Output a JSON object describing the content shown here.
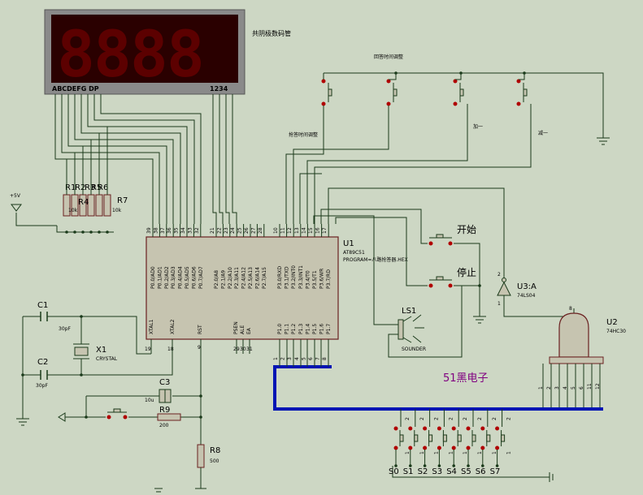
{
  "display": {
    "label": "共阴极数码管",
    "digits": "8888",
    "segments_label": "ABCDEFG DP",
    "common_label": "1234"
  },
  "mcu": {
    "ref": "U1",
    "part": "AT89C51",
    "program": "PROGRAM=八路抢答器.HEX",
    "p0_pins": [
      "P0.0/AD0",
      "P0.1/AD1",
      "P0.2/AD2",
      "P0.3/AD3",
      "P0.4/AD4",
      "P0.5/AD5",
      "P0.6/AD6",
      "P0.7/AD7"
    ],
    "p0_nums": [
      "39",
      "38",
      "37",
      "36",
      "35",
      "34",
      "33",
      "32"
    ],
    "p2_pins": [
      "P2.0/A8",
      "P2.1/A9",
      "P2.2/A10",
      "P2.3/A11",
      "P2.4/A12",
      "P2.5/A13",
      "P2.6/A14",
      "P2.7/A15"
    ],
    "p2_nums": [
      "21",
      "22",
      "23",
      "24",
      "25",
      "26",
      "27",
      "28"
    ],
    "p3_pins": [
      "P3.0/RXD",
      "P3.1/TXD",
      "P3.2/INT0",
      "P3.3/INT1",
      "P3.4/T0",
      "P3.5/T1",
      "P3.6/WR",
      "P3.7/RD"
    ],
    "p3_nums": [
      "10",
      "11",
      "12",
      "13",
      "14",
      "15",
      "16",
      "17"
    ],
    "p1_pins": [
      "P1.0",
      "P1.1",
      "P1.2",
      "P1.3",
      "P1.4",
      "P1.5",
      "P1.6",
      "P1.7"
    ],
    "p1_nums": [
      "1",
      "2",
      "3",
      "4",
      "5",
      "6",
      "7",
      "8"
    ],
    "xtal1": "XTAL1",
    "xtal1_num": "19",
    "xtal2": "XTAL2",
    "xtal2_num": "18",
    "rst": "RST",
    "rst_num": "9",
    "psen": "PSEN",
    "psen_num": "29",
    "ale": "ALE",
    "ale_num": "30",
    "ea": "EA",
    "ea_num": "31"
  },
  "labels": {
    "answer_time_adjust": "回答时间调整",
    "grab_time_adjust": "抢答时间调整",
    "plus_one": "加一",
    "minus_one": "减一",
    "start": "开始",
    "stop": "停止",
    "brand": "51黑电子",
    "vcc": "+5V"
  },
  "resistor_pack": {
    "refs": [
      "R1",
      "R2",
      "R3",
      "R4",
      "R5",
      "R6"
    ],
    "r7": "R7",
    "value": "10k"
  },
  "c1": {
    "ref": "C1",
    "value": "30pF"
  },
  "c2": {
    "ref": "C2",
    "value": "30pF"
  },
  "c3": {
    "ref": "C3",
    "value": "10u"
  },
  "x1": {
    "ref": "X1",
    "value": "CRYSTAL"
  },
  "r8": {
    "ref": "R8",
    "value": "500"
  },
  "r9": {
    "ref": "R9",
    "value": "200"
  },
  "ls1": {
    "ref": "LS1",
    "value": "SOUNDER"
  },
  "u3": {
    "ref": "U3:A",
    "value": "74LS04",
    "pin_in": "1",
    "pin_out": "2"
  },
  "u2": {
    "ref": "U2",
    "value": "74HC30",
    "pins_left": [
      "1",
      "2",
      "3",
      "4"
    ],
    "pins_right": [
      "5",
      "6",
      "11",
      "12"
    ],
    "pin_out": "8"
  },
  "switches": [
    "S0",
    "S1",
    "S2",
    "S3",
    "S4",
    "S5",
    "S6",
    "S7"
  ]
}
